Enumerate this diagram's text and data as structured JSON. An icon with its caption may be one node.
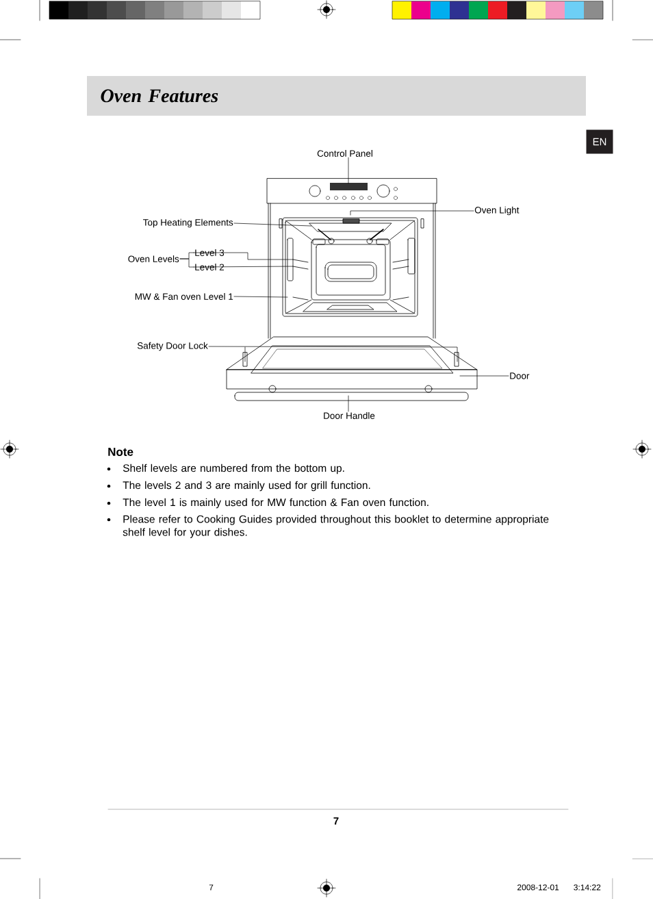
{
  "diagram": {
    "title": "Oven Features",
    "nodes": [
      {
        "text": [
          "EN"
        ]
      },
      {
        "text": [
          "Control Panel"
        ]
      },
      {
        "text": [
          "Oven Light"
        ]
      },
      {
        "text": [
          "Top Heating Elements"
        ]
      },
      {
        "text": [
          "Oven Levels"
        ]
      },
      {
        "text": [
          "Level 3"
        ]
      },
      {
        "text": [
          "Level 2"
        ]
      },
      {
        "text": [
          "MW & Fan oven Level 1"
        ]
      },
      {
        "text": [
          "Safety Door Lock"
        ]
      },
      {
        "text": [
          "Door"
        ]
      },
      {
        "text": [
          "Door Handle"
        ]
      }
    ],
    "edges": [
      {
        "from": 1,
        "to": null,
        "arrow": "none"
      },
      {
        "from": 2,
        "to": null,
        "arrow": "none"
      },
      {
        "from": 3,
        "to": null,
        "arrow": "none"
      },
      {
        "from": 4,
        "to": 5,
        "arrow": "none"
      },
      {
        "from": 4,
        "to": 6,
        "arrow": "none"
      },
      {
        "from": 5,
        "to": null,
        "arrow": "none"
      },
      {
        "from": 6,
        "to": null,
        "arrow": "none"
      },
      {
        "from": 7,
        "to": null,
        "arrow": "none"
      },
      {
        "from": 8,
        "to": null,
        "arrow": "none"
      },
      {
        "from": 9,
        "to": null,
        "arrow": "none"
      },
      {
        "from": 10,
        "to": null,
        "arrow": "none"
      }
    ],
    "labels": [
      "Note",
      "Shelf levels are numbered from the bottom up.",
      "The levels 2 and 3 are mainly used for grill function.",
      "The level 1 is mainly used for MW function & Fan oven function.",
      "Please refer to Cooking Guides provided throughout this booklet to determine appropriate shelf level for your dishes.",
      "7",
      "7",
      "2008-12-01",
      "3:14:22"
    ]
  }
}
